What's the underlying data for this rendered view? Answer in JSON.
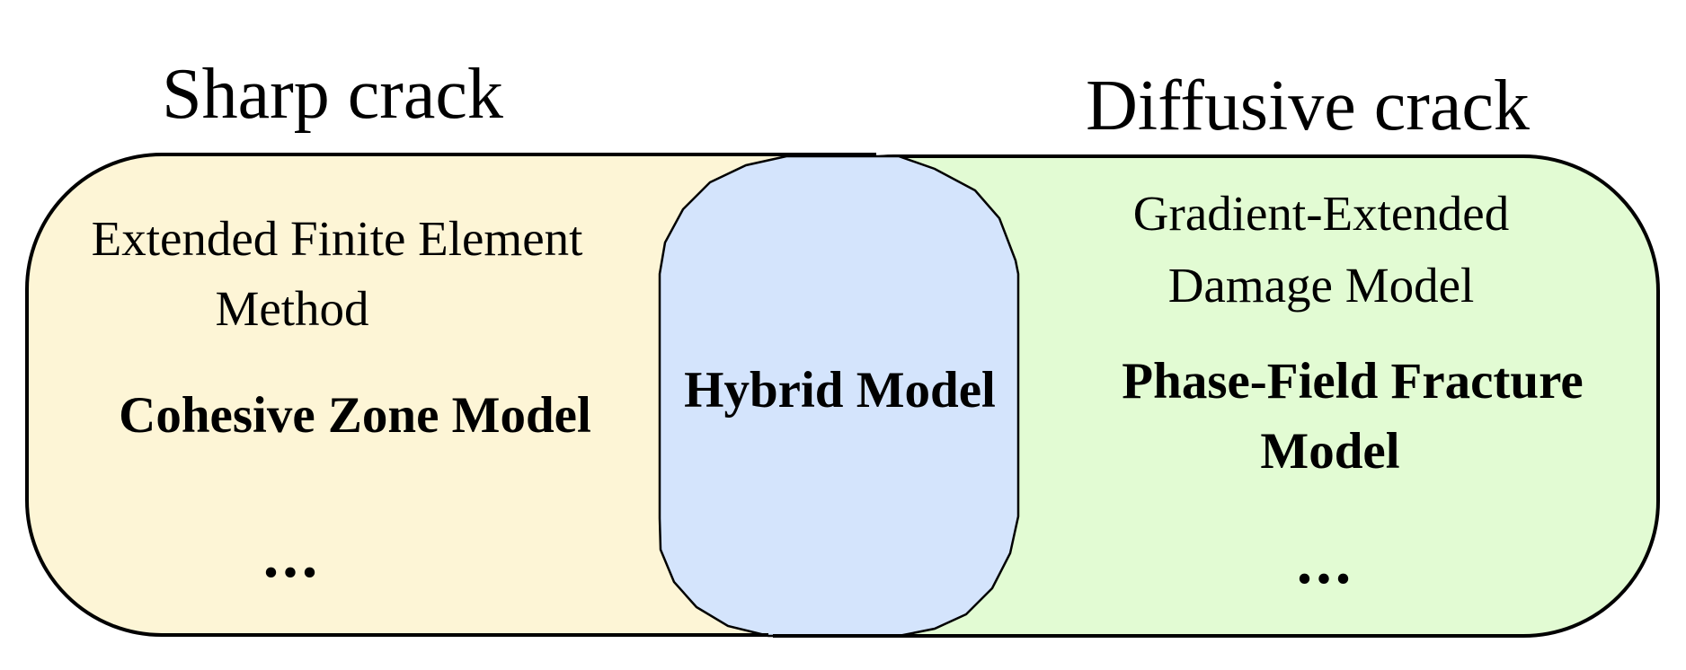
{
  "left_region": {
    "title": "Sharp crack",
    "fill": "#fdf5d6",
    "items": [
      "Extended Finite Element",
      "Method"
    ],
    "main_model": "Cohesive Zone Model",
    "more": "..."
  },
  "right_region": {
    "title": "Diffusive crack",
    "fill": "#e2fbd3",
    "items": [
      "Gradient-Extended",
      "Damage Model"
    ],
    "main_model_lines": [
      "Phase-Field Fracture",
      "Model"
    ],
    "more": "..."
  },
  "overlap_region": {
    "label": "Hybrid Model",
    "fill": "#d4e4fc"
  },
  "stroke_color": "#000000"
}
